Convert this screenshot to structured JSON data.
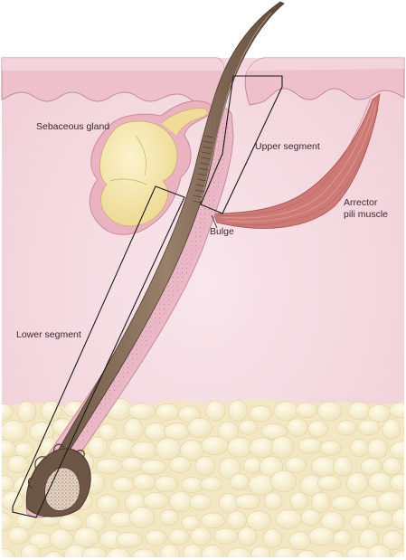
{
  "labels": {
    "sebaceous_gland": "Sebaceous gland",
    "upper_segment": "Upper segment",
    "arrector_line1": "Arrector",
    "arrector_line2": "pili muscle",
    "bulge": "Bulge",
    "lower_segment": "Lower segment"
  },
  "colors": {
    "background": "#ffffff",
    "dermis": "#f4d7df",
    "epidermis": "#eebdc8",
    "epidermis_edge": "#c98d9b",
    "fat": "#f5eccb",
    "fat_globule": "#fbf5df",
    "sebaceous": "#f3e4a8",
    "hair_shaft": "#8a6f5a",
    "hair_dark": "#5f4a3a",
    "sheath": "#e6b6c4",
    "muscle": "#c9706d",
    "bracket": "#1a1a1a"
  }
}
